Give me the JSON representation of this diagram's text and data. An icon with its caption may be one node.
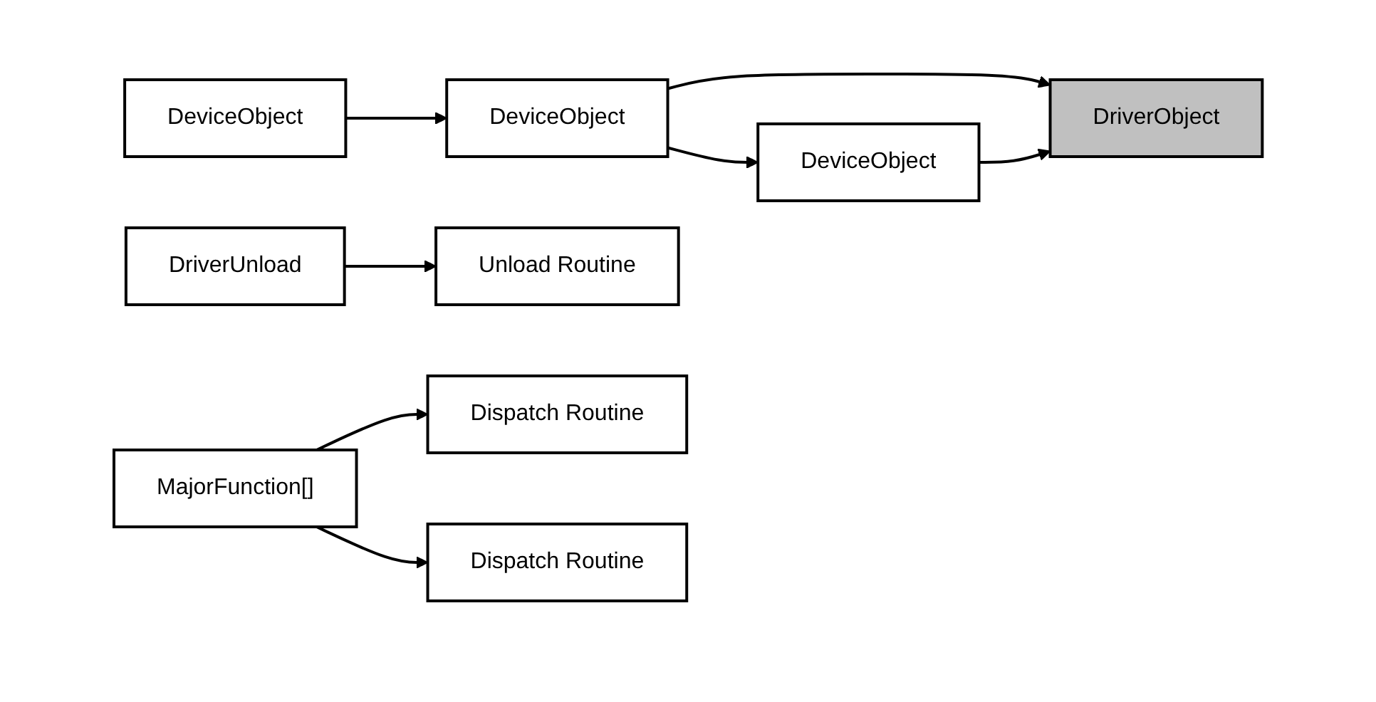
{
  "diagram": {
    "nodes": [
      {
        "text": [
          "DriverObject"
        ]
      },
      {
        "text": [
          "DeviceObject"
        ]
      },
      {
        "text": [
          "DriverUnload"
        ]
      },
      {
        "text": [
          "MajorFunction[]"
        ]
      },
      {
        "text": [
          "DeviceObject"
        ]
      },
      {
        "text": [
          "DeviceObject"
        ]
      },
      {
        "text": [
          "Unload Routine"
        ]
      },
      {
        "text": [
          "Dispatch Routine"
        ]
      },
      {
        "text": [
          "Dispatch Routine"
        ]
      }
    ],
    "edges": [
      {
        "from": 1,
        "to": 4,
        "arrow": "to"
      },
      {
        "from": 4,
        "to": 5,
        "arrow": "to"
      },
      {
        "from": 4,
        "to": 0,
        "arrow": "to"
      },
      {
        "from": 5,
        "to": 0,
        "arrow": "to"
      },
      {
        "from": 2,
        "to": 6,
        "arrow": "to"
      },
      {
        "from": 3,
        "to": 7,
        "arrow": "to"
      },
      {
        "from": 3,
        "to": 8,
        "arrow": "to"
      }
    ]
  }
}
